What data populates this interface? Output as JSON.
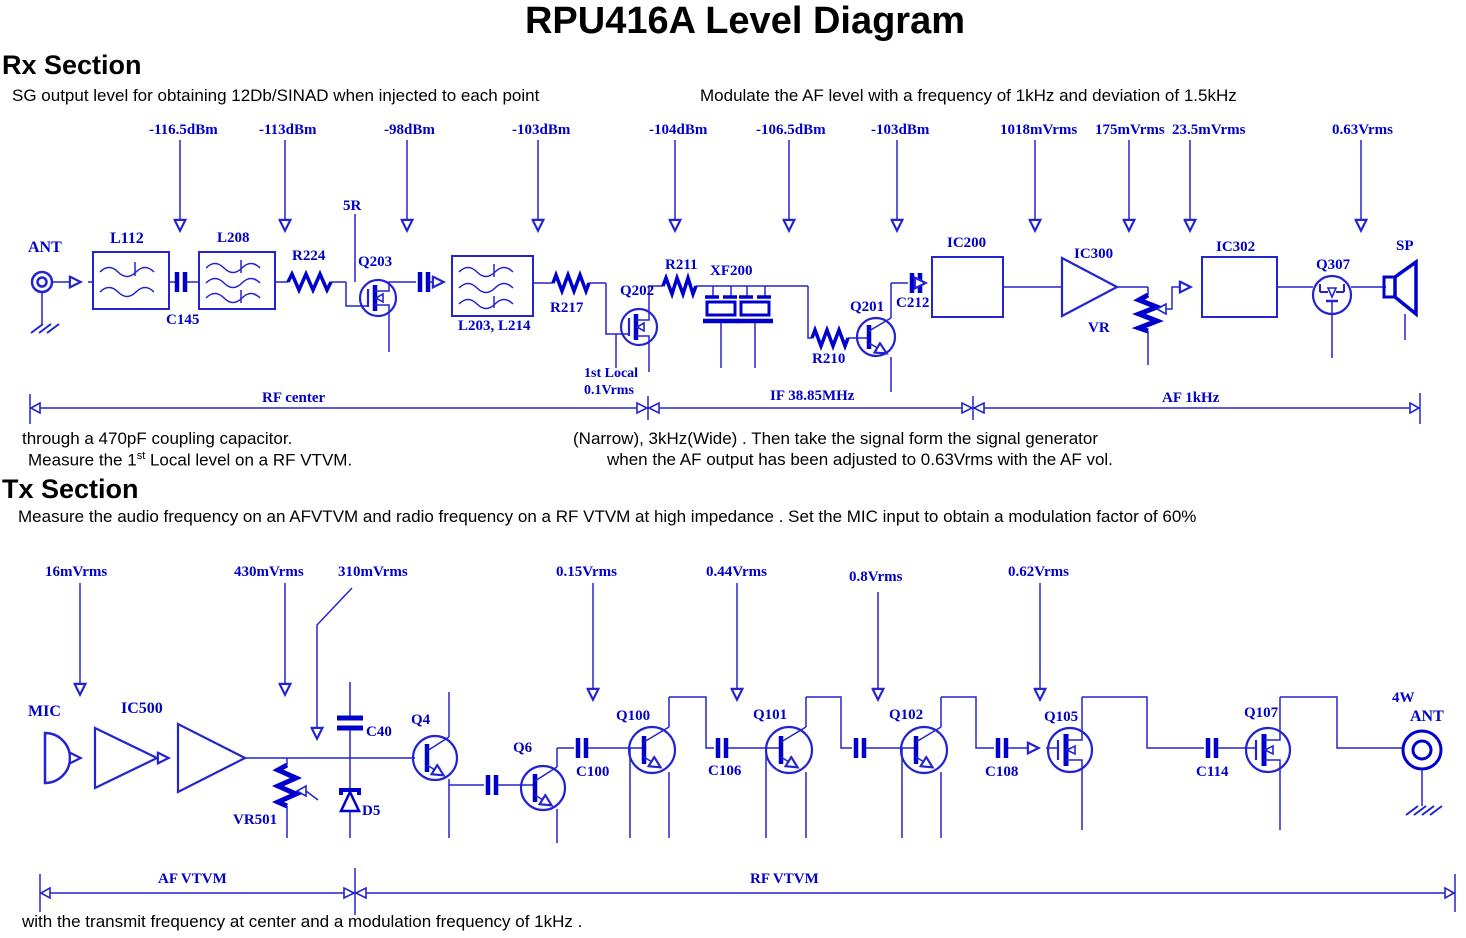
{
  "title": "RPU416A Level Diagram",
  "colors": {
    "accent_blue": "#0000c8",
    "wire_blue": "#2323cf",
    "text_black": "#000000"
  },
  "rx": {
    "heading": "Rx Section",
    "note_left": "SG output level for obtaining 12Db/SINAD when injected to each point",
    "note_right": "Modulate the AF level with a frequency of 1kHz and deviation of 1.5kHz",
    "levels": [
      "-116.5dBm",
      "-113dBm",
      "-98dBm",
      "-103dBm",
      "-104dBm",
      "-106.5dBm",
      "-103dBm",
      "1018mVrms",
      "175mVrms",
      "23.5mVrms",
      "0.63Vrms"
    ],
    "components": {
      "ant": "ANT",
      "l112": "L112",
      "c145": "C145",
      "l208": "L208",
      "r224": "R224",
      "r5": "5R",
      "q203": "Q203",
      "l203_l214": "L203,  L214",
      "r217": "R217",
      "q202": "Q202",
      "local_line1": "1st Local",
      "local_line2": "0.1Vrms",
      "r211": "R211",
      "xf200": "XF200",
      "r210": "R210",
      "q201": "Q201",
      "c212": "C212",
      "ic200": "IC200",
      "ic300": "IC300",
      "vr": "VR",
      "ic302": "IC302",
      "q307": "Q307",
      "sp": "SP"
    },
    "spans": {
      "rf": "RF center",
      "if": "IF 38.85MHz",
      "af": "AF 1kHz"
    },
    "footnotes": {
      "line1": "through a 470pF coupling capacitor.",
      "line2_pre": "Measure the 1",
      "line2_sup": "st",
      "line2_post": " Local level on a RF VTVM.",
      "line3": "(Narrow), 3kHz(Wide) . Then take the signal form the signal generator",
      "line4": "when the AF output has been adjusted to 0.63Vrms with the AF vol."
    }
  },
  "tx": {
    "heading": "Tx Section",
    "note": "Measure the audio frequency on an AFVTVM and radio frequency on a RF VTVM at high impedance . Set the MIC input to obtain a modulation factor of 60%",
    "levels": [
      "16mVrms",
      "430mVrms",
      "310mVrms",
      "0.15Vrms",
      "0.44Vrms",
      "0.8Vrms",
      "0.62Vrms"
    ],
    "components": {
      "mic": "MIC",
      "ic500": "IC500",
      "vr501": "VR501",
      "c40": "C40",
      "d5": "D5",
      "q4": "Q4",
      "q6": "Q6",
      "c100": "C100",
      "q100": "Q100",
      "c106": "C106",
      "q101": "Q101",
      "q102": "Q102",
      "c108": "C108",
      "q105": "Q105",
      "c114": "C114",
      "q107": "Q107",
      "power": "4W",
      "ant": "ANT"
    },
    "spans": {
      "af": "AF VTVM",
      "rf": "RF VTVM"
    },
    "footnote": "with the transmit frequency at center and a modulation frequency of 1kHz ."
  }
}
